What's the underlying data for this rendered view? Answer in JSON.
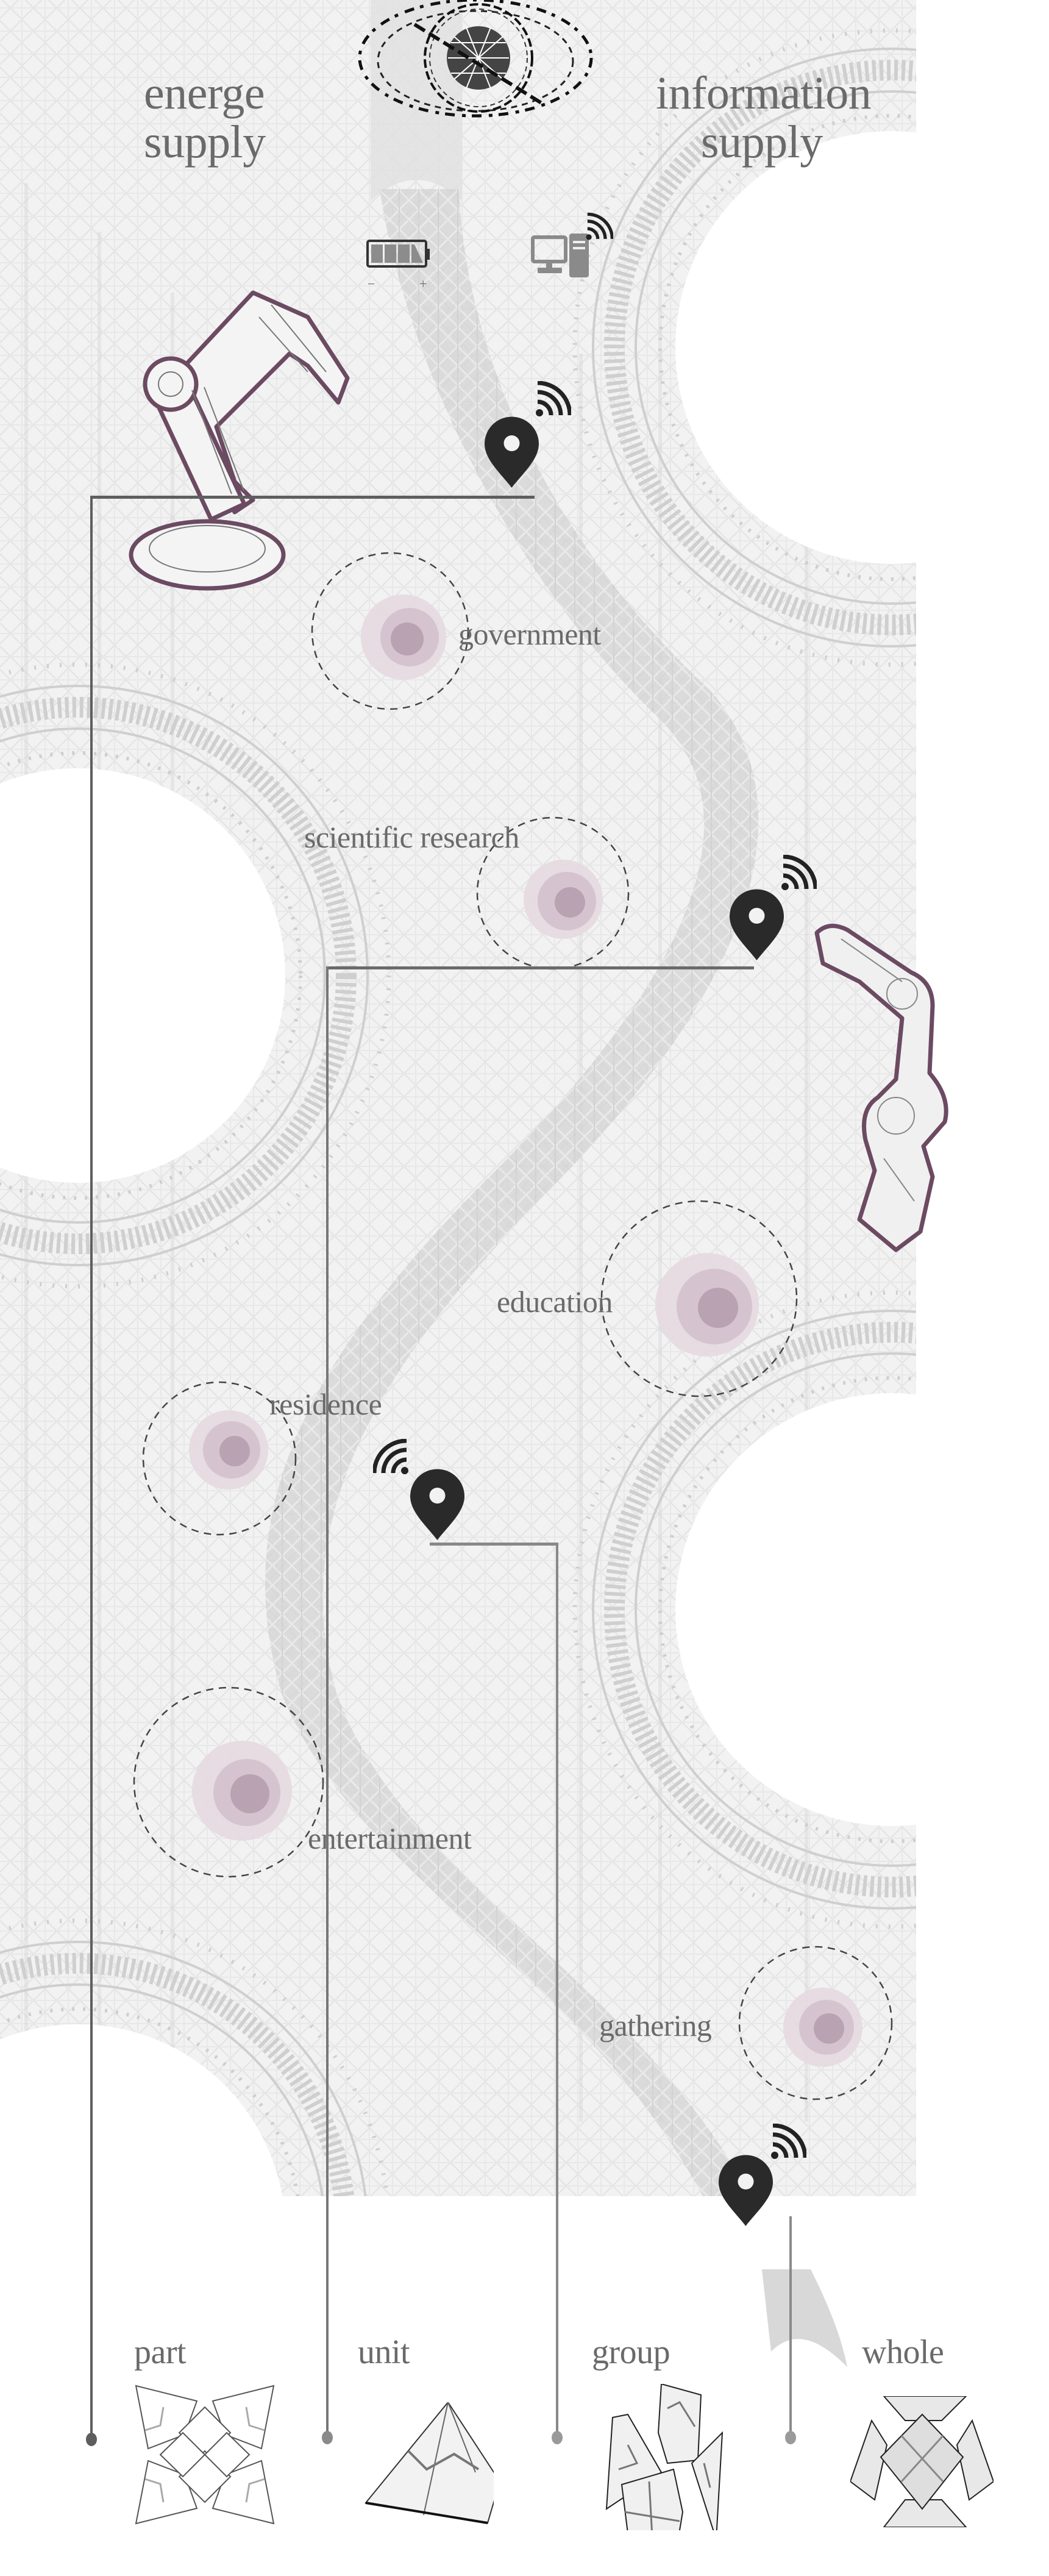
{
  "header": {
    "left_title_line1": "energe",
    "left_title_line2": "supply",
    "right_title_line1": "information",
    "right_title_line2": "supply",
    "center_icon": "wireframe-globe-orbit-icon"
  },
  "supply_icons": {
    "battery": {
      "icon": "battery-icon",
      "minus": "−",
      "plus": "+"
    },
    "computer": {
      "icon": "desktop-computer-icon",
      "signal": "wifi-icon"
    }
  },
  "zones": [
    {
      "label": "government",
      "color_outer": "#e4d9e0",
      "color_mid": "#d5c4cf",
      "color_inner": "#b9a2b1"
    },
    {
      "label": "scientific research",
      "color_outer": "#e4d9e0",
      "color_mid": "#d5c4cf",
      "color_inner": "#b9a2b1"
    },
    {
      "label": "education",
      "color_outer": "#e4d9e0",
      "color_mid": "#d5c4cf",
      "color_inner": "#b9a2b1"
    },
    {
      "label": "residence",
      "color_outer": "#e4d9e0",
      "color_mid": "#d5c4cf",
      "color_inner": "#b9a2b1"
    },
    {
      "label": "entertainment",
      "color_outer": "#e4d9e0",
      "color_mid": "#d5c4cf",
      "color_inner": "#b9a2b1"
    },
    {
      "label": "gathering",
      "color_outer": "#e4d9e0",
      "color_mid": "#d5c4cf",
      "color_inner": "#b9a2b1"
    }
  ],
  "markers": [
    {
      "icon": "location-pin-icon",
      "signal": "wifi-icon"
    },
    {
      "icon": "location-pin-icon",
      "signal": "wifi-icon"
    },
    {
      "icon": "location-pin-icon",
      "signal": "wifi-icon"
    },
    {
      "icon": "location-pin-icon",
      "signal": "wifi-icon"
    }
  ],
  "robots": [
    {
      "icon": "robotic-arm-icon",
      "outline": "#6b4a62"
    },
    {
      "icon": "industrial-robot-arm-icon",
      "outline": "#6b4a62"
    }
  ],
  "stages": [
    {
      "label": "part",
      "icon": "part-module-icon"
    },
    {
      "label": "unit",
      "icon": "unit-pyramid-icon"
    },
    {
      "label": "group",
      "icon": "group-fragments-icon"
    },
    {
      "label": "whole",
      "icon": "whole-assembly-icon"
    }
  ],
  "colors": {
    "background": "#ffffff",
    "panel": "#f3f3f3",
    "text": "#6a6a6a",
    "pin": "#2a2a2a",
    "connector": "#5e5e5e",
    "ribbon": "#cfcfcf",
    "accent_purple": "#6b4a62"
  }
}
